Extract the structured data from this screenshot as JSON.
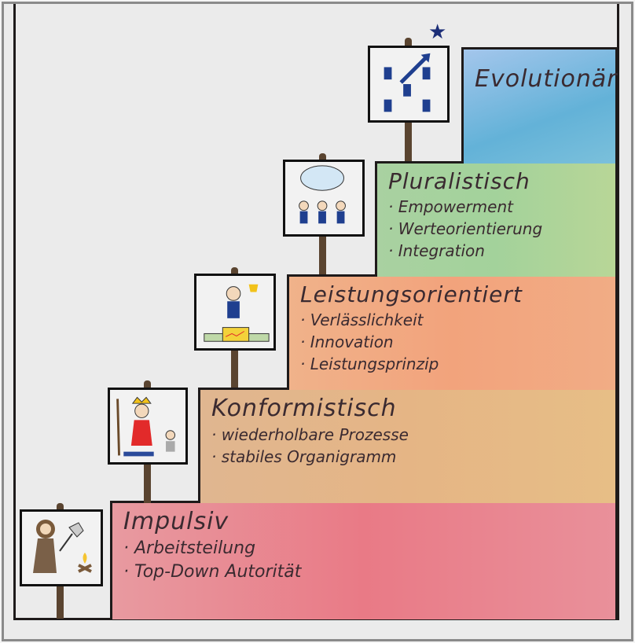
{
  "levels": [
    {
      "title": "Impulsiv",
      "items": [
        "Arbeitsteilung",
        "Top-Down Autorität"
      ],
      "color": "#e97a86"
    },
    {
      "title": "Konformistisch",
      "items": [
        "wiederholbare Prozesse",
        "stabiles Organigramm"
      ],
      "color": "#e5b585"
    },
    {
      "title": "Leistungsorientiert",
      "items": [
        "Verlässlichkeit",
        "Innovation",
        "Leistungsprinzip"
      ],
      "color": "#f2a37c"
    },
    {
      "title": "Pluralistisch",
      "items": [
        "Empowerment",
        "Werteorientierung",
        "Integration"
      ],
      "color": "#a3d29b"
    },
    {
      "title": "Evolutionär",
      "items": [],
      "color": "#63b2d8"
    }
  ],
  "icons": {
    "star": "★"
  }
}
